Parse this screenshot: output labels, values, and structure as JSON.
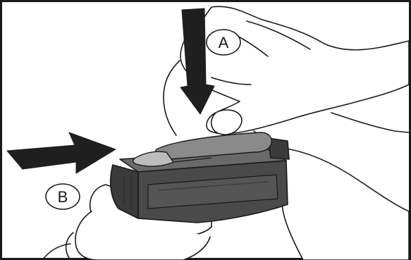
{
  "figure": {
    "callouts": [
      {
        "id": "a",
        "label": "A"
      },
      {
        "id": "b",
        "label": "B"
      }
    ],
    "colors": {
      "background": "#ffffff",
      "border": "#1a1a1a",
      "arrow": "#1f1f1f",
      "magazine_body": "#4a4a4a",
      "magazine_dark": "#2e2e2e",
      "cartridge": "#8a8a8a",
      "cartridge_tip": "#bdbdbd",
      "line": "#1a1a1a"
    },
    "icons": [
      "arrow-down-icon",
      "arrow-right-icon"
    ]
  }
}
